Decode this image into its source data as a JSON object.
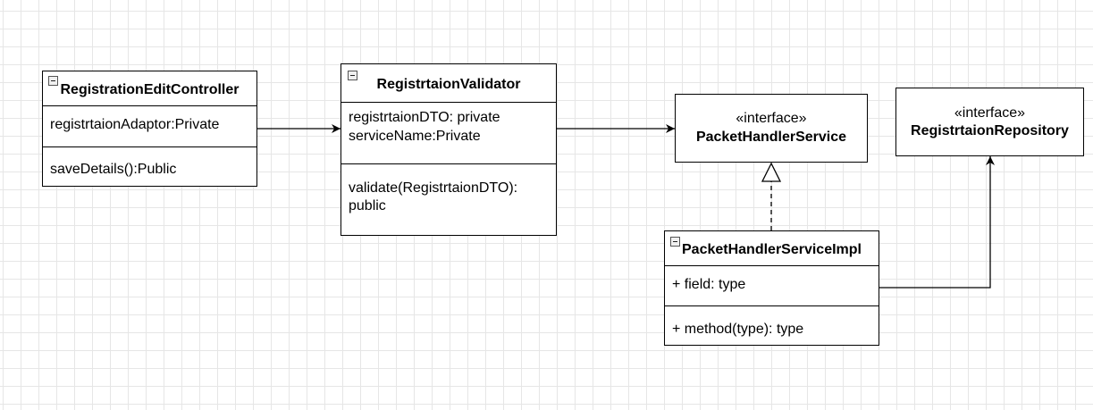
{
  "diagram": {
    "classes": {
      "registration_edit_controller": {
        "name": "RegistrationEditController",
        "attributes": [
          "registrtaionAdaptor:Private"
        ],
        "operations": [
          "saveDetails():Public"
        ]
      },
      "registrtaion_validator": {
        "name": "RegistrtaionValidator",
        "attributes": [
          "registrtaionDTO: private",
          "serviceName:Private"
        ],
        "operations": [
          "validate(RegistrtaionDTO):",
          "public"
        ]
      },
      "packet_handler_service_impl": {
        "name": "PacketHandlerServiceImpl",
        "attributes": [
          "+ field: type"
        ],
        "operations": [
          "+ method(type): type"
        ]
      }
    },
    "interfaces": {
      "packet_handler_service": {
        "stereotype": "«interface»",
        "name": "PacketHandlerService"
      },
      "registrtaion_repository": {
        "stereotype": "«interface»",
        "name": "RegistrtaionRepository"
      }
    }
  }
}
